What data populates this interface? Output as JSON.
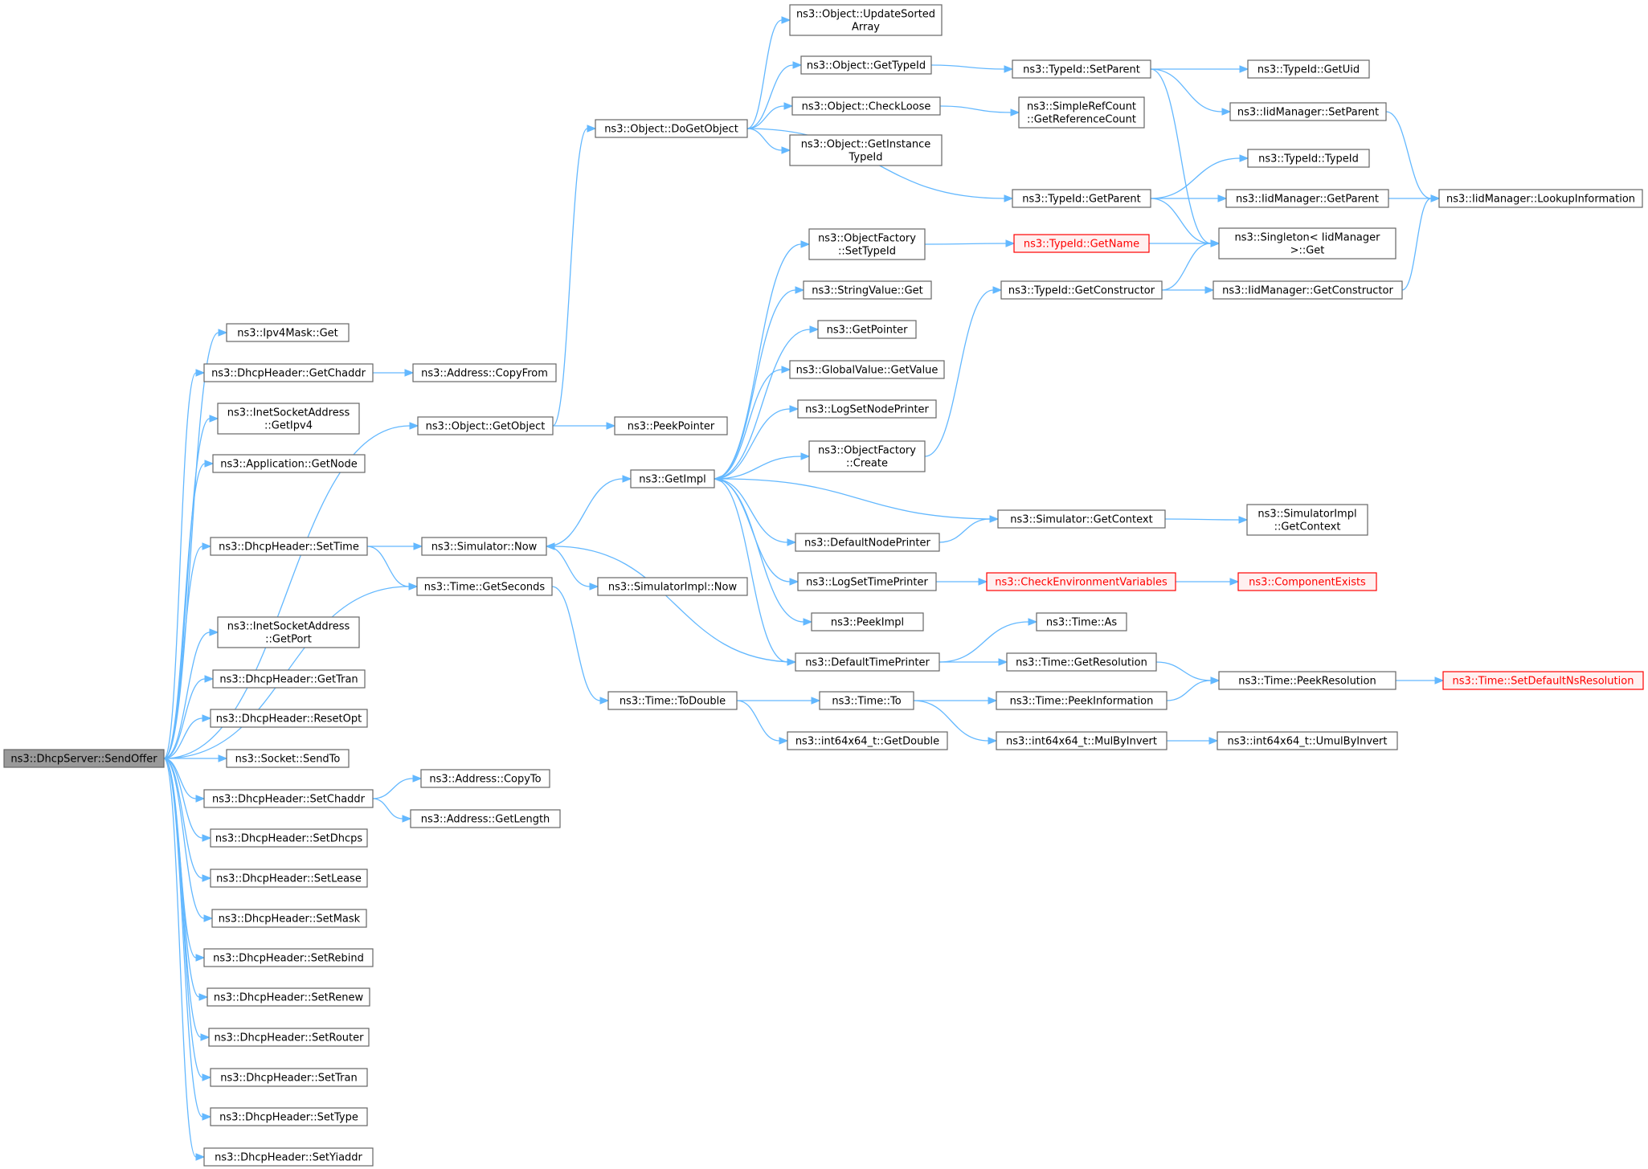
{
  "graph": {
    "colors": {
      "edge": "#63b8ff",
      "node_border": "#666666",
      "root_fill": "#999999",
      "highlight_border": "#ff0000",
      "highlight_fill": "#fff0f0"
    },
    "nodes": [
      {
        "id": "sendoffer",
        "lines": [
          "ns3::DhcpServer::SendOffer"
        ],
        "style": "root"
      },
      {
        "id": "ipv4mask_get",
        "lines": [
          "ns3::Ipv4Mask::Get"
        ]
      },
      {
        "id": "getchaddr",
        "lines": [
          "ns3::DhcpHeader::GetChaddr"
        ]
      },
      {
        "id": "inet_getipv4",
        "lines": [
          "ns3::InetSocketAddress",
          "::GetIpv4"
        ]
      },
      {
        "id": "app_getnode",
        "lines": [
          "ns3::Application::GetNode"
        ]
      },
      {
        "id": "obj_getobject",
        "lines": [
          "ns3::Object::GetObject"
        ]
      },
      {
        "id": "settime",
        "lines": [
          "ns3::DhcpHeader::SetTime"
        ]
      },
      {
        "id": "sim_now",
        "lines": [
          "ns3::Simulator::Now"
        ]
      },
      {
        "id": "time_getseconds",
        "lines": [
          "ns3::Time::GetSeconds"
        ]
      },
      {
        "id": "inet_getport",
        "lines": [
          "ns3::InetSocketAddress",
          "::GetPort"
        ]
      },
      {
        "id": "gettran",
        "lines": [
          "ns3::DhcpHeader::GetTran"
        ]
      },
      {
        "id": "resetopt",
        "lines": [
          "ns3::DhcpHeader::ResetOpt"
        ]
      },
      {
        "id": "socket_sendto",
        "lines": [
          "ns3::Socket::SendTo"
        ]
      },
      {
        "id": "setchaddr",
        "lines": [
          "ns3::DhcpHeader::SetChaddr"
        ]
      },
      {
        "id": "setdhcps",
        "lines": [
          "ns3::DhcpHeader::SetDhcps"
        ]
      },
      {
        "id": "setlease",
        "lines": [
          "ns3::DhcpHeader::SetLease"
        ]
      },
      {
        "id": "setmask",
        "lines": [
          "ns3::DhcpHeader::SetMask"
        ]
      },
      {
        "id": "setrebind",
        "lines": [
          "ns3::DhcpHeader::SetRebind"
        ]
      },
      {
        "id": "setrenew",
        "lines": [
          "ns3::DhcpHeader::SetRenew"
        ]
      },
      {
        "id": "setrouter",
        "lines": [
          "ns3::DhcpHeader::SetRouter"
        ]
      },
      {
        "id": "settran",
        "lines": [
          "ns3::DhcpHeader::SetTran"
        ]
      },
      {
        "id": "settype",
        "lines": [
          "ns3::DhcpHeader::SetType"
        ]
      },
      {
        "id": "setyiaddr",
        "lines": [
          "ns3::DhcpHeader::SetYiaddr"
        ]
      },
      {
        "id": "addr_copyfrom",
        "lines": [
          "ns3::Address::CopyFrom"
        ]
      },
      {
        "id": "peekpointer",
        "lines": [
          "ns3::PeekPointer"
        ]
      },
      {
        "id": "addr_copyto",
        "lines": [
          "ns3::Address::CopyTo"
        ]
      },
      {
        "id": "addr_getlength",
        "lines": [
          "ns3::Address::GetLength"
        ]
      },
      {
        "id": "obj_dogetobject",
        "lines": [
          "ns3::Object::DoGetObject"
        ]
      },
      {
        "id": "getimpl",
        "lines": [
          "ns3::GetImpl"
        ]
      },
      {
        "id": "simimpl_now",
        "lines": [
          "ns3::SimulatorImpl::Now"
        ]
      },
      {
        "id": "time_todouble",
        "lines": [
          "ns3::Time::ToDouble"
        ]
      },
      {
        "id": "obj_updatesorted",
        "lines": [
          "ns3::Object::UpdateSorted",
          "Array"
        ]
      },
      {
        "id": "obj_gettypeid",
        "lines": [
          "ns3::Object::GetTypeId"
        ]
      },
      {
        "id": "obj_checkloose",
        "lines": [
          "ns3::Object::CheckLoose"
        ]
      },
      {
        "id": "obj_getinstance",
        "lines": [
          "ns3::Object::GetInstance",
          "TypeId"
        ]
      },
      {
        "id": "objfact_settypeid",
        "lines": [
          "ns3::ObjectFactory",
          "::SetTypeId"
        ]
      },
      {
        "id": "stringvalue_get",
        "lines": [
          "ns3::StringValue::Get"
        ]
      },
      {
        "id": "getpointer",
        "lines": [
          "ns3::GetPointer"
        ]
      },
      {
        "id": "globalvalue_getvalue",
        "lines": [
          "ns3::GlobalValue::GetValue"
        ]
      },
      {
        "id": "logsetnodeprinter",
        "lines": [
          "ns3::LogSetNodePrinter"
        ]
      },
      {
        "id": "objfact_create",
        "lines": [
          "ns3::ObjectFactory",
          "::Create"
        ]
      },
      {
        "id": "defaultnodeprinter",
        "lines": [
          "ns3::DefaultNodePrinter"
        ]
      },
      {
        "id": "logsettimeprinter",
        "lines": [
          "ns3::LogSetTimePrinter"
        ]
      },
      {
        "id": "peekimpl",
        "lines": [
          "ns3::PeekImpl"
        ]
      },
      {
        "id": "defaulttimeprinter",
        "lines": [
          "ns3::DefaultTimePrinter"
        ]
      },
      {
        "id": "time_to",
        "lines": [
          "ns3::Time::To"
        ]
      },
      {
        "id": "int64_getdouble",
        "lines": [
          "ns3::int64x64_t::GetDouble"
        ]
      },
      {
        "id": "typeid_setparent",
        "lines": [
          "ns3::TypeId::SetParent"
        ]
      },
      {
        "id": "simplerefcount",
        "lines": [
          "ns3::SimpleRefCount",
          "::GetReferenceCount"
        ]
      },
      {
        "id": "typeid_getparent",
        "lines": [
          "ns3::TypeId::GetParent"
        ]
      },
      {
        "id": "typeid_getname",
        "lines": [
          "ns3::TypeId::GetName"
        ],
        "style": "red"
      },
      {
        "id": "typeid_getconstructor",
        "lines": [
          "ns3::TypeId::GetConstructor"
        ]
      },
      {
        "id": "sim_getcontext",
        "lines": [
          "ns3::Simulator::GetContext"
        ]
      },
      {
        "id": "checkenv",
        "lines": [
          "ns3::CheckEnvironmentVariables"
        ],
        "style": "red"
      },
      {
        "id": "time_as",
        "lines": [
          "ns3::Time::As"
        ]
      },
      {
        "id": "time_getresolution",
        "lines": [
          "ns3::Time::GetResolution"
        ]
      },
      {
        "id": "time_peekinformation",
        "lines": [
          "ns3::Time::PeekInformation"
        ]
      },
      {
        "id": "int64_mulbyinvert",
        "lines": [
          "ns3::int64x64_t::MulByInvert"
        ]
      },
      {
        "id": "typeid_getuid",
        "lines": [
          "ns3::TypeId::GetUid"
        ]
      },
      {
        "id": "iid_setparent",
        "lines": [
          "ns3::IidManager::SetParent"
        ]
      },
      {
        "id": "typeid_typeid",
        "lines": [
          "ns3::TypeId::TypeId"
        ]
      },
      {
        "id": "iid_getparent",
        "lines": [
          "ns3::IidManager::GetParent"
        ]
      },
      {
        "id": "singleton_get",
        "lines": [
          "ns3::Singleton< IidManager",
          ">::Get"
        ]
      },
      {
        "id": "iid_getconstructor",
        "lines": [
          "ns3::IidManager::GetConstructor"
        ]
      },
      {
        "id": "simimpl_getcontext",
        "lines": [
          "ns3::SimulatorImpl",
          "::GetContext"
        ]
      },
      {
        "id": "componentexists",
        "lines": [
          "ns3::ComponentExists"
        ],
        "style": "red"
      },
      {
        "id": "time_peekresolution",
        "lines": [
          "ns3::Time::PeekResolution"
        ]
      },
      {
        "id": "int64_umulbyinvert",
        "lines": [
          "ns3::int64x64_t::UmulByInvert"
        ]
      },
      {
        "id": "iid_lookupinfo",
        "lines": [
          "ns3::IidManager::LookupInformation"
        ]
      },
      {
        "id": "time_setdefaultns",
        "lines": [
          "ns3::Time::SetDefaultNsResolution"
        ],
        "style": "red"
      }
    ],
    "edges": [
      [
        "sendoffer",
        "ipv4mask_get"
      ],
      [
        "sendoffer",
        "getchaddr"
      ],
      [
        "sendoffer",
        "inet_getipv4"
      ],
      [
        "sendoffer",
        "app_getnode"
      ],
      [
        "sendoffer",
        "obj_getobject"
      ],
      [
        "sendoffer",
        "settime"
      ],
      [
        "sendoffer",
        "time_getseconds"
      ],
      [
        "sendoffer",
        "inet_getport"
      ],
      [
        "sendoffer",
        "gettran"
      ],
      [
        "sendoffer",
        "resetopt"
      ],
      [
        "sendoffer",
        "socket_sendto"
      ],
      [
        "sendoffer",
        "setchaddr"
      ],
      [
        "sendoffer",
        "setdhcps"
      ],
      [
        "sendoffer",
        "setlease"
      ],
      [
        "sendoffer",
        "setmask"
      ],
      [
        "sendoffer",
        "setrebind"
      ],
      [
        "sendoffer",
        "setrenew"
      ],
      [
        "sendoffer",
        "setrouter"
      ],
      [
        "sendoffer",
        "settran"
      ],
      [
        "sendoffer",
        "settype"
      ],
      [
        "sendoffer",
        "setyiaddr"
      ],
      [
        "getchaddr",
        "addr_copyfrom"
      ],
      [
        "obj_getobject",
        "obj_dogetobject"
      ],
      [
        "obj_getobject",
        "peekpointer"
      ],
      [
        "settime",
        "sim_now"
      ],
      [
        "settime",
        "time_getseconds"
      ],
      [
        "sim_now",
        "getimpl"
      ],
      [
        "sim_now",
        "simimpl_now"
      ],
      [
        "time_getseconds",
        "time_todouble"
      ],
      [
        "setchaddr",
        "addr_copyto"
      ],
      [
        "setchaddr",
        "addr_getlength"
      ],
      [
        "obj_dogetobject",
        "obj_updatesorted"
      ],
      [
        "obj_dogetobject",
        "obj_gettypeid"
      ],
      [
        "obj_dogetobject",
        "obj_checkloose"
      ],
      [
        "obj_dogetobject",
        "obj_getinstance"
      ],
      [
        "obj_dogetobject",
        "typeid_getparent"
      ],
      [
        "getimpl",
        "objfact_settypeid"
      ],
      [
        "getimpl",
        "stringvalue_get"
      ],
      [
        "getimpl",
        "getpointer"
      ],
      [
        "getimpl",
        "globalvalue_getvalue"
      ],
      [
        "getimpl",
        "logsetnodeprinter"
      ],
      [
        "getimpl",
        "objfact_create"
      ],
      [
        "getimpl",
        "defaultnodeprinter"
      ],
      [
        "getimpl",
        "logsettimeprinter"
      ],
      [
        "getimpl",
        "peekimpl"
      ],
      [
        "getimpl",
        "defaulttimeprinter"
      ],
      [
        "sim_getcontext",
        "getimpl"
      ],
      [
        "defaulttimeprinter",
        "sim_now"
      ],
      [
        "time_todouble",
        "time_to"
      ],
      [
        "time_todouble",
        "int64_getdouble"
      ],
      [
        "obj_gettypeid",
        "typeid_setparent"
      ],
      [
        "obj_checkloose",
        "simplerefcount"
      ],
      [
        "objfact_settypeid",
        "typeid_getname"
      ],
      [
        "objfact_create",
        "typeid_getconstructor"
      ],
      [
        "defaultnodeprinter",
        "sim_getcontext"
      ],
      [
        "logsettimeprinter",
        "checkenv"
      ],
      [
        "defaulttimeprinter",
        "time_as"
      ],
      [
        "defaulttimeprinter",
        "time_getresolution"
      ],
      [
        "time_to",
        "time_peekinformation"
      ],
      [
        "time_to",
        "int64_mulbyinvert"
      ],
      [
        "typeid_setparent",
        "typeid_getuid"
      ],
      [
        "typeid_setparent",
        "iid_setparent"
      ],
      [
        "typeid_setparent",
        "singleton_get"
      ],
      [
        "typeid_getparent",
        "typeid_typeid"
      ],
      [
        "typeid_getparent",
        "iid_getparent"
      ],
      [
        "typeid_getparent",
        "singleton_get"
      ],
      [
        "typeid_getname",
        "singleton_get"
      ],
      [
        "typeid_getconstructor",
        "singleton_get"
      ],
      [
        "typeid_getconstructor",
        "iid_getconstructor"
      ],
      [
        "sim_getcontext",
        "simimpl_getcontext"
      ],
      [
        "checkenv",
        "componentexists"
      ],
      [
        "time_getresolution",
        "time_peekresolution"
      ],
      [
        "time_peekinformation",
        "time_peekresolution"
      ],
      [
        "int64_mulbyinvert",
        "int64_umulbyinvert"
      ],
      [
        "iid_setparent",
        "iid_lookupinfo"
      ],
      [
        "iid_getparent",
        "iid_lookupinfo"
      ],
      [
        "iid_getconstructor",
        "iid_lookupinfo"
      ],
      [
        "time_peekresolution",
        "time_setdefaultns"
      ]
    ]
  }
}
